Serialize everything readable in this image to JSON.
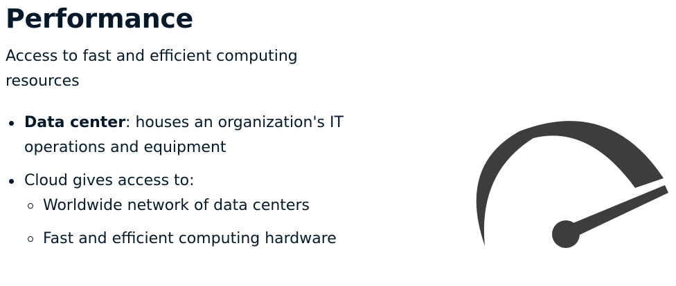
{
  "slide": {
    "title": "Performance",
    "subtitle": "Access to fast and efficient computing resources",
    "bullets": [
      {
        "term": "Data center",
        "text": ": houses an organization's IT operations and equipment"
      },
      {
        "text": "Cloud gives access to:",
        "sub_items": [
          "Worldwide network of data centers",
          "Fast and efficient computing hardware"
        ]
      }
    ]
  },
  "icons": {
    "speedometer": "speedometer-icon"
  },
  "colors": {
    "text": "#05192d",
    "icon": "#3d3d3d"
  }
}
